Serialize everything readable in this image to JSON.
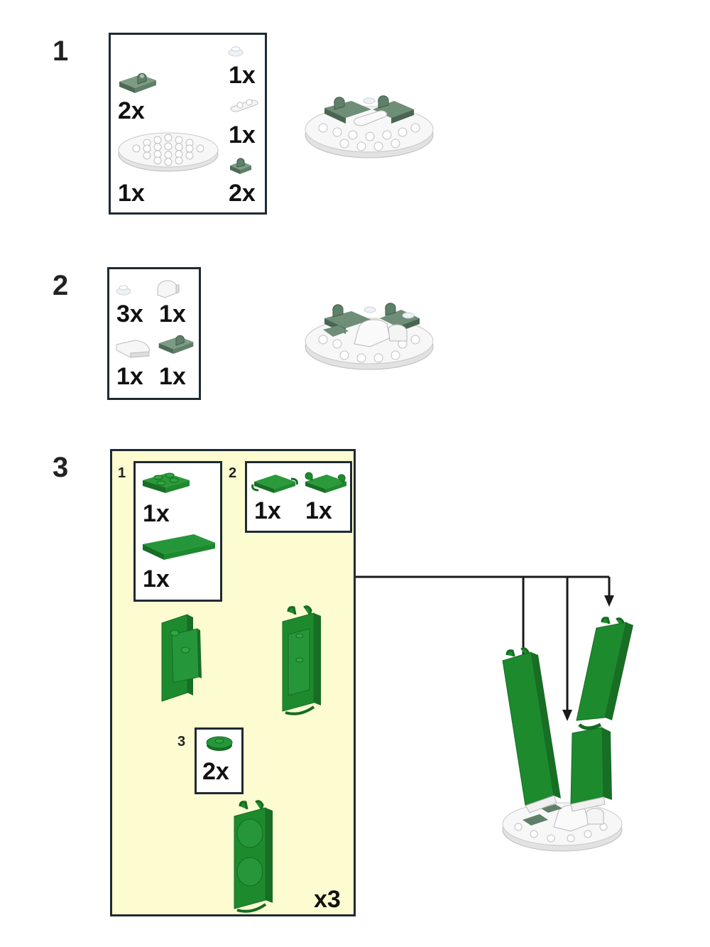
{
  "steps": [
    {
      "number": "1",
      "parts": [
        {
          "name": "sand-green-clip-plate-1x2",
          "qty": "2x"
        },
        {
          "name": "trans-clear-round-plate-1x1",
          "qty": "1x"
        },
        {
          "name": "white-plate-1x2-rounded",
          "qty": "1x"
        },
        {
          "name": "white-round-plate-6x6",
          "qty": "1x"
        },
        {
          "name": "sand-green-clip-plate-1x1",
          "qty": "2x"
        }
      ]
    },
    {
      "number": "2",
      "parts": [
        {
          "name": "trans-clear-round-plate-1x1",
          "qty": "3x"
        },
        {
          "name": "white-curved-slope-1x1",
          "qty": "1x"
        },
        {
          "name": "white-curved-slope-2x1",
          "qty": "1x"
        },
        {
          "name": "sand-green-clip-plate-1x2",
          "qty": "1x"
        }
      ]
    },
    {
      "number": "3",
      "multiplier": "x3",
      "substeps": [
        {
          "number": "1",
          "parts": [
            {
              "name": "green-plate-2x2",
              "qty": "1x"
            },
            {
              "name": "green-tile-2x4",
              "qty": "1x"
            }
          ]
        },
        {
          "number": "2",
          "parts": [
            {
              "name": "green-plate-bar-handle",
              "qty": "1x"
            },
            {
              "name": "green-plate-clip",
              "qty": "1x"
            }
          ]
        },
        {
          "number": "3",
          "parts": [
            {
              "name": "green-round-tile-2x2",
              "qty": "2x"
            }
          ]
        }
      ]
    }
  ],
  "colors": {
    "border": "#1f2a33",
    "callout_bg": "#fdfbd0",
    "sand_green": "#5f8068",
    "green": "#1e8a2e",
    "white_part": "#f3f3f3",
    "trans_clear": "#e6ecef"
  }
}
